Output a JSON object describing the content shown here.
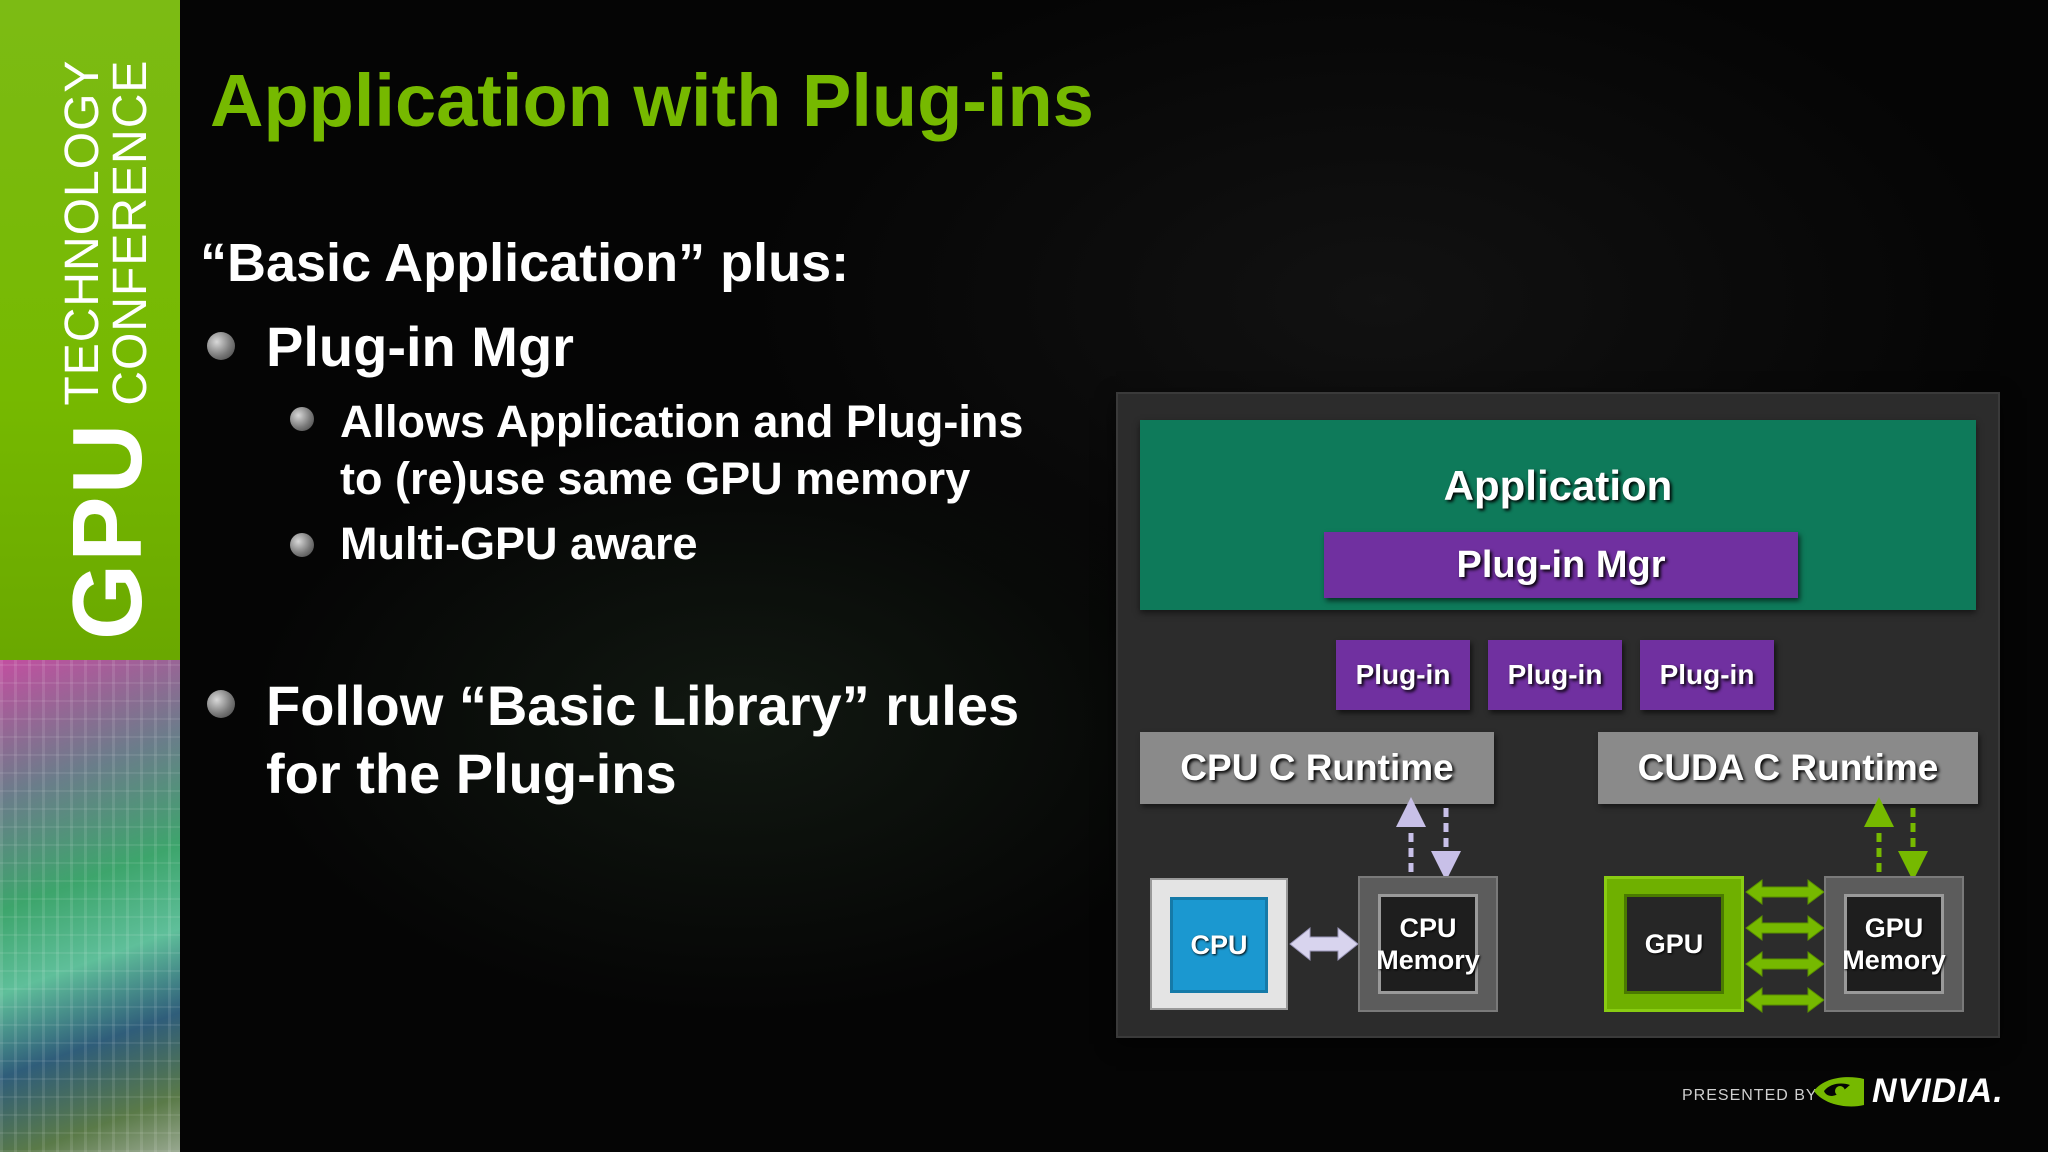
{
  "slide": {
    "title": "Application with Plug-ins",
    "intro": "“Basic Application” plus:",
    "bullets": {
      "plugin_mgr": "Plug-in Mgr",
      "sub1_line1": "Allows Application and Plug-ins",
      "sub1_line2": "to (re)use same GPU memory",
      "sub2": "Multi-GPU aware",
      "follow_line1": "Follow “Basic Library” rules",
      "follow_line2": "for the Plug-ins"
    }
  },
  "side_banner": {
    "gpu": "GPU",
    "technology": "TECHNOLOGY",
    "conference": "CONFERENCE",
    "brand_color": "#76b900"
  },
  "diagram": {
    "application": "Application",
    "plugin_mgr": "Plug-in Mgr",
    "plugins": [
      "Plug-in",
      "Plug-in",
      "Plug-in"
    ],
    "cpu_runtime": "CPU C Runtime",
    "cuda_runtime": "CUDA C Runtime",
    "cpu": "CPU",
    "cpu_memory_line1": "CPU",
    "cpu_memory_line2": "Memory",
    "gpu": "GPU",
    "gpu_memory_line1": "GPU",
    "gpu_memory_line2": "Memory",
    "colors": {
      "application": "#0e7a5a",
      "plugin": "#7030a0",
      "runtime": "#8a8a8a",
      "cpu": "#1b98d0",
      "gpu": "#76b900",
      "cpu_arrows": "#c8c0e8",
      "gpu_arrows": "#76b900"
    }
  },
  "footer": {
    "presented_by": "PRESENTED BY",
    "brand": "NVIDIA."
  }
}
